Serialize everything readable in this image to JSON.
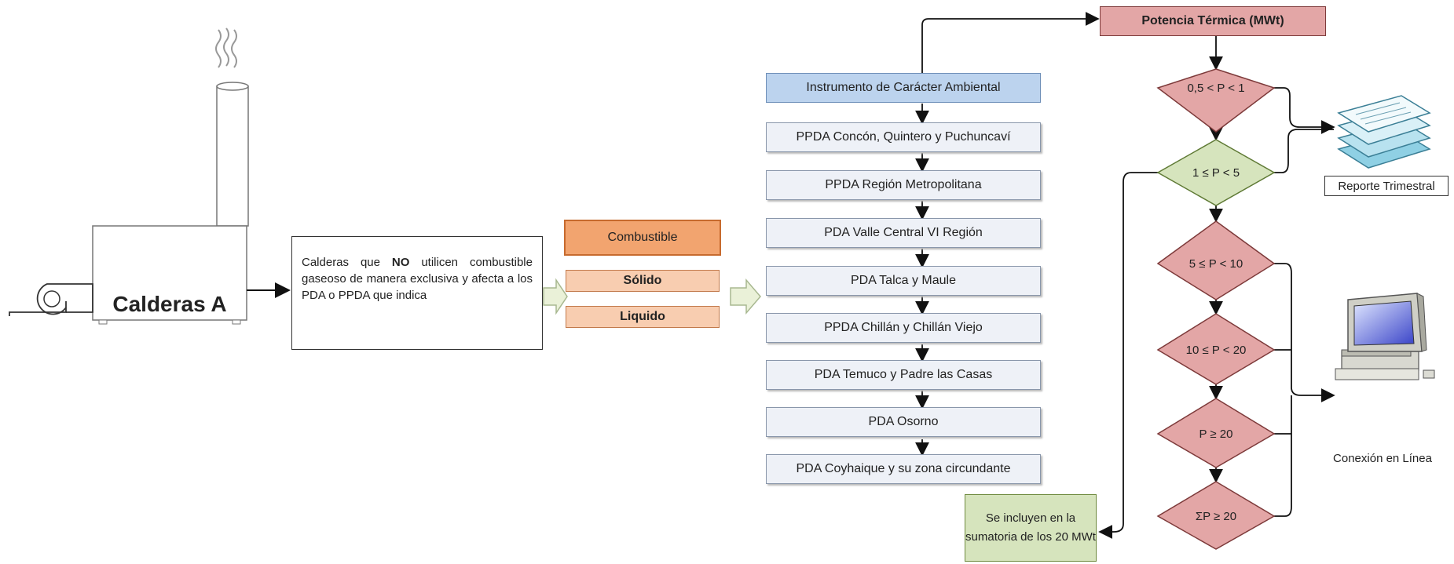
{
  "boiler": {
    "label": "Calderas A"
  },
  "description": {
    "part1": "Calderas que ",
    "bold": "NO",
    "part2": " utilicen combustible gaseoso de manera exclusiva y afecta a los PDA o PPDA que indica"
  },
  "fuel": {
    "title": "Combustible",
    "options": [
      "Sólido",
      "Liquido"
    ]
  },
  "instrument": {
    "title": "Instrumento de Carácter Ambiental",
    "plans": [
      "PPDA Concón, Quintero y Puchuncaví",
      "PPDA Región Metropolitana",
      "PDA Valle Central VI Región",
      "PDA Talca y Maule",
      "PPDA Chillán y Chillán Viejo",
      "PDA Temuco y Padre las Casas",
      "PDA Osorno",
      "PDA Coyhaique y su zona circundante"
    ]
  },
  "power": {
    "title": "Potencia Térmica (MWt)",
    "conditions": [
      "0,5 < P < 1",
      "1 ≤ P < 5",
      "5 ≤ P < 10",
      "10 ≤ P < 20",
      "P ≥ 20",
      "ΣP ≥ 20"
    ]
  },
  "note": "Se incluyen en la sumatoria de los 20 MWt",
  "outputs": {
    "report": "Reporte Trimestral",
    "online": "Conexión en Línea"
  },
  "colors": {
    "instrument_fill": "#bcd3ee",
    "plan_fill": "#eef1f7",
    "fuel_header_fill": "#f2a46f",
    "fuel_option_fill": "#f8cdb0",
    "power_fill": "#e3a6a6",
    "diamond_red": "#e3a6a6",
    "diamond_green": "#d6e4bd",
    "note_fill": "#d6e4bd"
  }
}
